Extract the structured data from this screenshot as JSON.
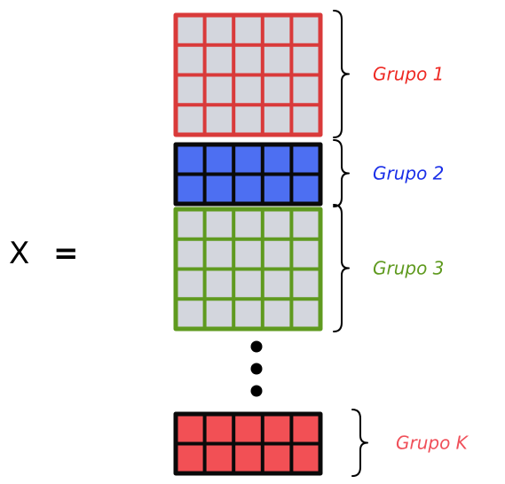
{
  "matrix_symbol": "X",
  "equals_sign": "=",
  "groups": [
    {
      "label": "Grupo 1",
      "rows": 4,
      "cols": 5,
      "border_color": "#d93a3a",
      "fill_color": "#d3d6dd",
      "label_color": "#ee2a24"
    },
    {
      "label": "Grupo 2",
      "rows": 2,
      "cols": 5,
      "border_color": "#0a0a0a",
      "fill_color": "#4d6ff2",
      "label_color": "#1a2fe8"
    },
    {
      "label": "Grupo 3",
      "rows": 4,
      "cols": 5,
      "border_color": "#5f9a1f",
      "fill_color": "#d3d6dd",
      "label_color": "#5f9a1f"
    },
    {
      "label": "Grupo K",
      "rows": 2,
      "cols": 5,
      "border_color": "#0a0a0a",
      "fill_color": "#f25055",
      "label_color": "#f0505a"
    }
  ],
  "ellipsis_color": "#000000"
}
